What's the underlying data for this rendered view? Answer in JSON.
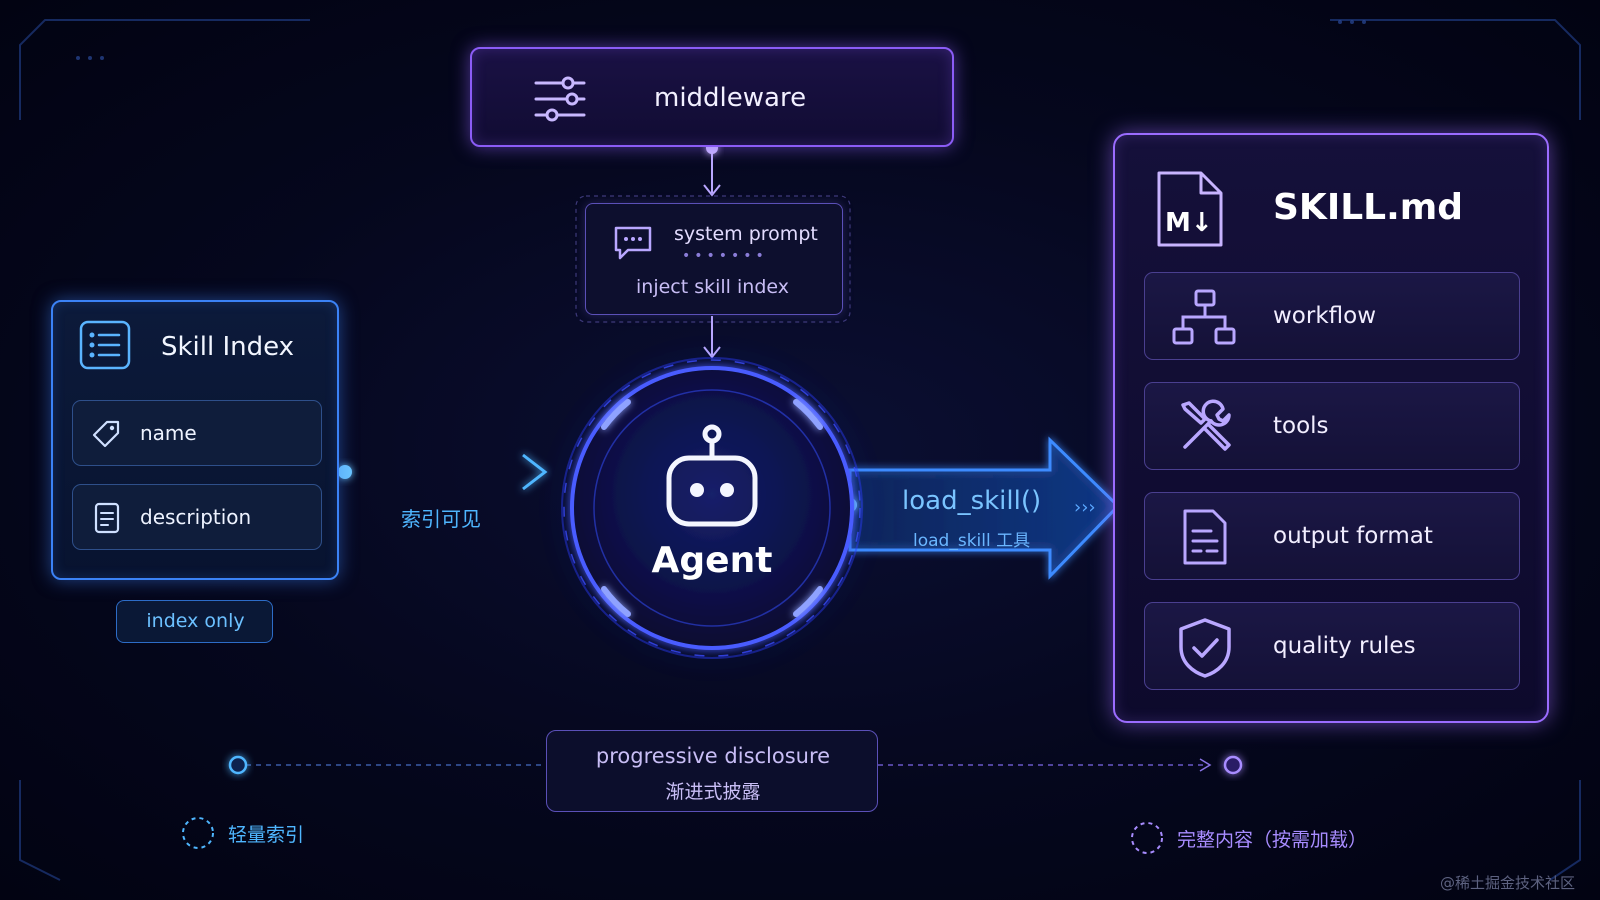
{
  "middleware": {
    "label": "middleware",
    "icon": "sliders-icon"
  },
  "system_prompt": {
    "title": "system prompt",
    "subtitle": "inject skill index",
    "icon": "chat-bubble-icon"
  },
  "skill_index": {
    "title": "Skill Index",
    "icon": "list-icon",
    "items": [
      {
        "label": "name",
        "icon": "tag-icon"
      },
      {
        "label": "description",
        "icon": "document-icon"
      }
    ],
    "badge": "index only"
  },
  "arrow_left": {
    "label": "索引可见"
  },
  "agent": {
    "label": "Agent",
    "icon": "robot-icon"
  },
  "arrow_right": {
    "label": "load_skill()",
    "sublabel": "load_skill 工具"
  },
  "skill_md": {
    "title": "SKILL.md",
    "icon": "markdown-file-icon",
    "items": [
      {
        "label": "workflow",
        "icon": "hierarchy-icon"
      },
      {
        "label": "tools",
        "icon": "tools-icon"
      },
      {
        "label": "output format",
        "icon": "document-lines-icon"
      },
      {
        "label": "quality rules",
        "icon": "shield-check-icon"
      }
    ]
  },
  "progressive": {
    "title": "progressive disclosure",
    "subtitle": "渐进式披露"
  },
  "legend": {
    "left": "轻量索引",
    "right": "完整内容（按需加载）"
  },
  "watermark": "@稀土掘金技术社区",
  "colors": {
    "background": "#04061a",
    "blue": "#3b82f6",
    "purple": "#9b6cff",
    "cyan": "#4fb6ff",
    "agent_glow": "#3a4bff"
  }
}
